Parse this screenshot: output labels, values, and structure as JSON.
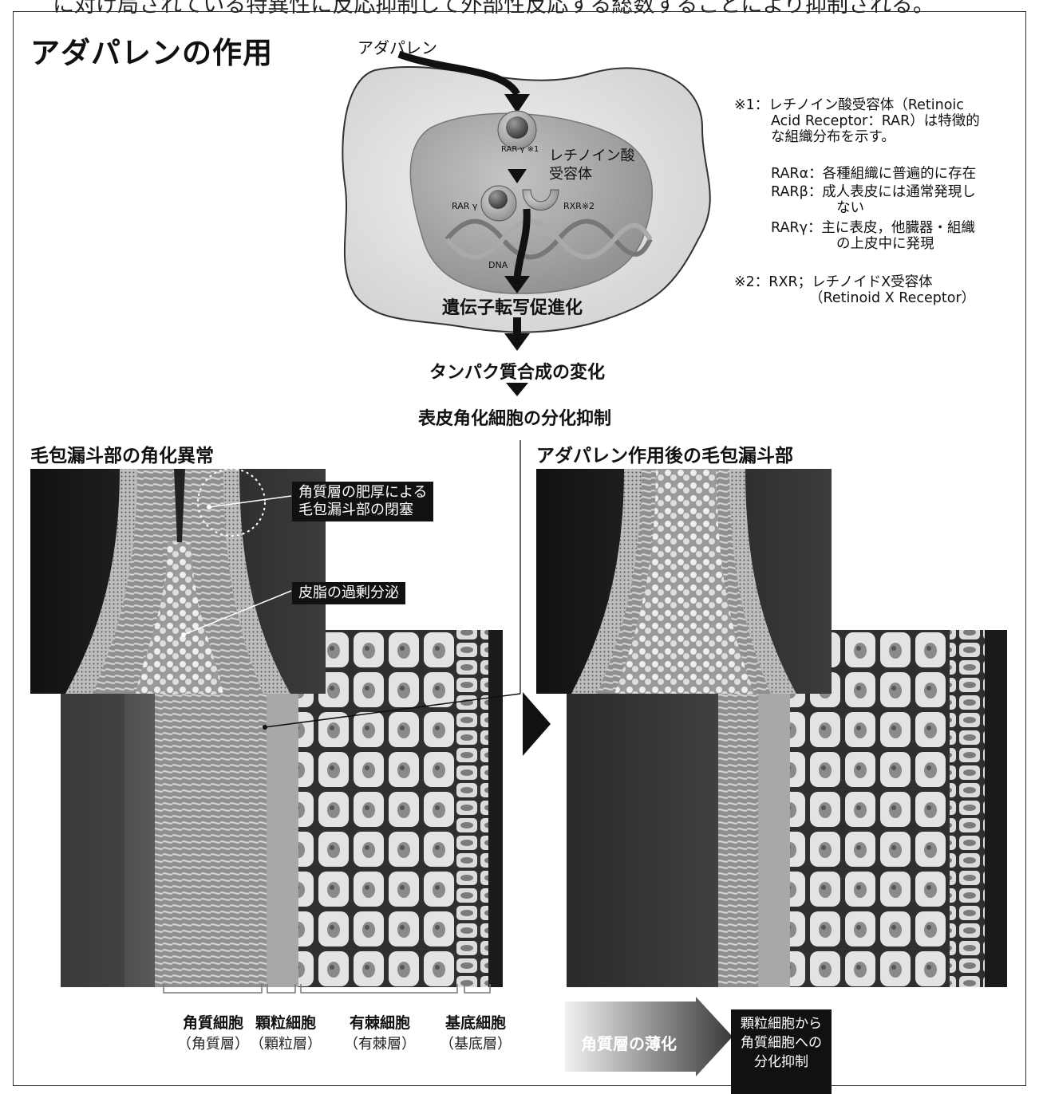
{
  "header": {
    "cut_line": "に対け局されている特異性に反応抑制して外部性反応する総数することにより抑制される。",
    "title": "アダパレンの作用"
  },
  "mechanism": {
    "drug": "アダパレン",
    "rar_gamma_1": "RAR γ ※1",
    "receptor_label_1": "レチノイン酸",
    "receptor_label_2": "受容体",
    "rar_gamma_2": "RAR γ",
    "rxr": "RXR※2",
    "dna": "DNA",
    "step1": "遺伝子転写促進化",
    "step2": "タンパク質合成の変化",
    "step3": "表皮角化細胞の分化抑制"
  },
  "notes": {
    "n1_lines": [
      "※1：レチノイン酸受容体（Retinoic",
      "Acid Receptor：RAR）は特徴的",
      "な組織分布を示す。"
    ],
    "alpha_lines": [
      "RARα：各種組織に普遍的に存在"
    ],
    "beta_lines": [
      "RARβ：成人表皮には通常発現し",
      "ない"
    ],
    "gamma_lines": [
      "RARγ：主に表皮，他臓器・組織",
      "の上皮中に発現"
    ],
    "n2_lines": [
      "※2：RXR；レチノイドX受容体",
      "（Retinoid X Receptor）"
    ]
  },
  "left_panel": {
    "title": "毛包漏斗部の角化異常",
    "callout1_lines": [
      "角質層の肥厚による",
      "毛包漏斗部の閉塞"
    ],
    "callout2": "皮脂の過剰分泌"
  },
  "right_panel": {
    "title": "アダパレン作用後の毛包漏斗部",
    "thin_label": "角質層の薄化",
    "box_lines": [
      "顆粒細胞から",
      "角質細胞への",
      "分化抑制"
    ]
  },
  "layers": [
    {
      "name": "角質細胞",
      "sub": "（角質層）"
    },
    {
      "name": "顆粒細胞",
      "sub": "（顆粒層）"
    },
    {
      "name": "有棘細胞",
      "sub": "（有棘層）"
    },
    {
      "name": "基底細胞",
      "sub": "（基底層）"
    }
  ]
}
